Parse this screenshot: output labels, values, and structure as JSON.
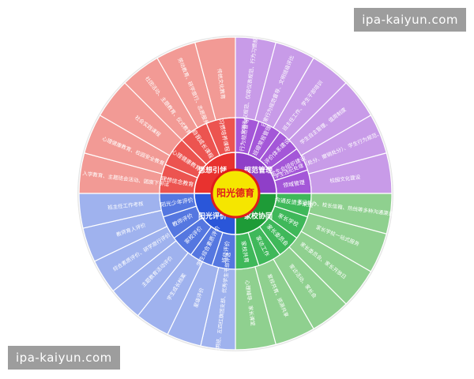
{
  "watermark": {
    "top": "ipa-kaiyun.com",
    "bottom": "ipa-kaiyun.com"
  },
  "center": {
    "label": "阳光德育",
    "fill": "#f5e600",
    "stroke": "#e01b1b",
    "text_color": "#e01b1b"
  },
  "quadrants": [
    {
      "name": "思想引领",
      "color": "#e8322f",
      "light": "#f29a95",
      "mid": "#ec5450",
      "sub": [
        "理想信念教育",
        "心理健康教育",
        "自我成长课程",
        "习惯培养课程"
      ],
      "outer": [
        "入学教育、主题班会活动、国旗下讲话",
        "心理健康教育、校园安全教育",
        "社会实践课程",
        "社团活动、主题教育、仪式教育",
        "劳动教育、研学旅行、志愿服务",
        "传统文化教育"
      ]
    },
    {
      "name": "规范管理",
      "color": "#8f3fc8",
      "light": "#c89be8",
      "mid": "#a457d8",
      "sub": [
        "行为规范督导",
        "班级常规管理",
        "评价体系建设",
        "学生会组织建设",
        "领域管理"
      ],
      "outer": [
        "文明礼仪规范、仪容仪表规范、行为习惯规范",
        "日常行为规范督导、文明班级评比",
        "班主任工作、学生干部培训",
        "学生自主管理、值周制度",
        "学生违纪处理（处分、撤销处分）、学生行为规范、安全教育",
        "校园文化建设"
      ]
    },
    {
      "name": "家校协同",
      "color": "#1e9b37",
      "light": "#8fd08f",
      "mid": "#3fb85a",
      "sub": [
        "沟通反馈多渠道",
        "家长学校",
        "家长委员会",
        "家访工作",
        "家校共育"
      ],
      "outer": [
        "书记督办、校长信箱、热线等多种沟通渠道",
        "家长学校一站式服务",
        "家长委员会、家长开放日",
        "家访活动、家长会",
        "家校共育、资源共享",
        "心理辅导、家长课堂"
      ]
    },
    {
      "name": "阳光评价",
      "color": "#2a56d9",
      "light": "#9fb2ee",
      "mid": "#5577e0",
      "sub": [
        "班级评价",
        "学生综合素质评价",
        "家校评价",
        "教师评价",
        "阳光少年评价"
      ],
      "outer": [
        "文明班、五四红旗团支部、优秀学生干部评选",
        "星级评价",
        "学生成长档案",
        "主题教育活动评价",
        "综合素质评价、研学旅行评价",
        "教师育人评价",
        "班主任工作考核"
      ]
    }
  ]
}
